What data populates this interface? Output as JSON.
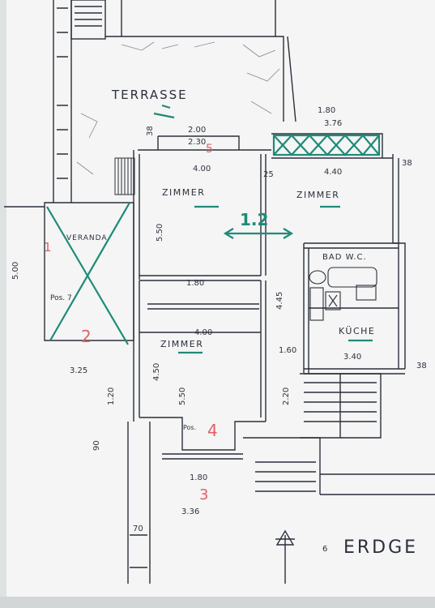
{
  "rooms": {
    "terrasse": "TERRASSE",
    "zimmer_top_left": "ZIMMER",
    "zimmer_top_right": "ZIMMER",
    "zimmer_lower": "ZIMMER",
    "veranda": "VERANDA",
    "bad_wc": "BAD W.C.",
    "kueche": "KÜCHE"
  },
  "labels": {
    "pos7": "Pos. 7",
    "pos": "Pos.",
    "footer": "ERDGE",
    "footer_number": "6"
  },
  "dimensions": {
    "d_180_top": "1.80",
    "d_376": "3.76",
    "d_200": "2.00",
    "d_230": "2.30",
    "d_400_top": "4.00",
    "d_440": "4.40",
    "d_550_top": "5.50",
    "d_180_mid": "1.80",
    "d_445": "4.45",
    "d_400_mid": "4.00",
    "d_450": "4.50",
    "d_550_low": "5.50",
    "d_325": "3.25",
    "d_500": "5.00",
    "d_160": "1.60",
    "d_340": "3.40",
    "d_220": "2.20",
    "d_180_bottom": "1.80",
    "d_336": "3.36",
    "d_38a": "38",
    "d_38b": "38",
    "d_38c": "38",
    "d_25": "25",
    "d_70": "70",
    "d_90": "90",
    "d_120": "1.20"
  },
  "annotations": {
    "red_1": "1",
    "red_2": "2",
    "red_3": "3",
    "red_4": "4",
    "red_5": "5",
    "green_12": "1.2"
  },
  "colors": {
    "ink": "#2b2f3c",
    "paper": "#f4f5f4",
    "teal": "#1f8a78",
    "red": "#e0606a"
  }
}
